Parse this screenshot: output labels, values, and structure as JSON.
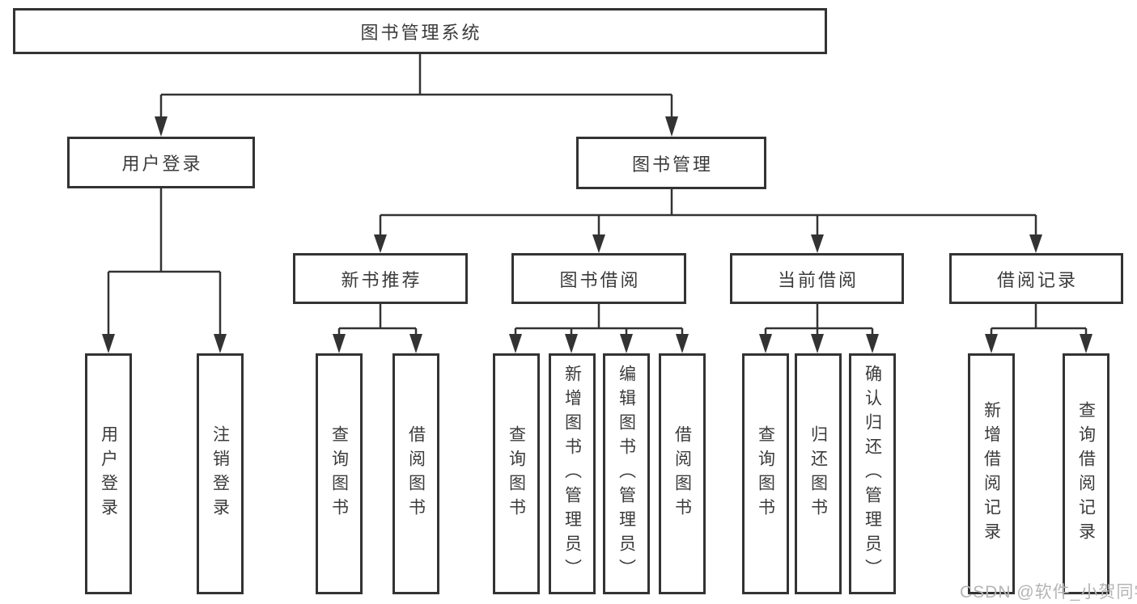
{
  "diagram": {
    "root": {
      "label": "图书管理系统"
    },
    "branches": [
      {
        "label": "用户登录",
        "children": [
          {
            "label": "用户登录"
          },
          {
            "label": "注销登录"
          }
        ]
      },
      {
        "label": "图书管理",
        "groups": [
          {
            "label": "新书推荐",
            "children": [
              {
                "label": "查询图书"
              },
              {
                "label": "借阅图书"
              }
            ]
          },
          {
            "label": "图书借阅",
            "children": [
              {
                "label": "查询图书"
              },
              {
                "label": "新增图书（管理员）"
              },
              {
                "label": "编辑图书（管理员）"
              },
              {
                "label": "借阅图书"
              }
            ]
          },
          {
            "label": "当前借阅",
            "children": [
              {
                "label": "查询图书"
              },
              {
                "label": "归还图书"
              },
              {
                "label": "确认归还（管理员）"
              }
            ]
          },
          {
            "label": "借阅记录",
            "children": [
              {
                "label": "新增借阅记录"
              },
              {
                "label": "查询借阅记录"
              }
            ]
          }
        ]
      }
    ]
  },
  "watermark": {
    "text": "CSDN @软件_小贺同学",
    "color": "#b5b5b5"
  },
  "colors": {
    "background": "#ffffff",
    "box_fill": "#ffffff",
    "box_border": "#333333",
    "line": "#333333",
    "text": "#3b3b3b"
  }
}
